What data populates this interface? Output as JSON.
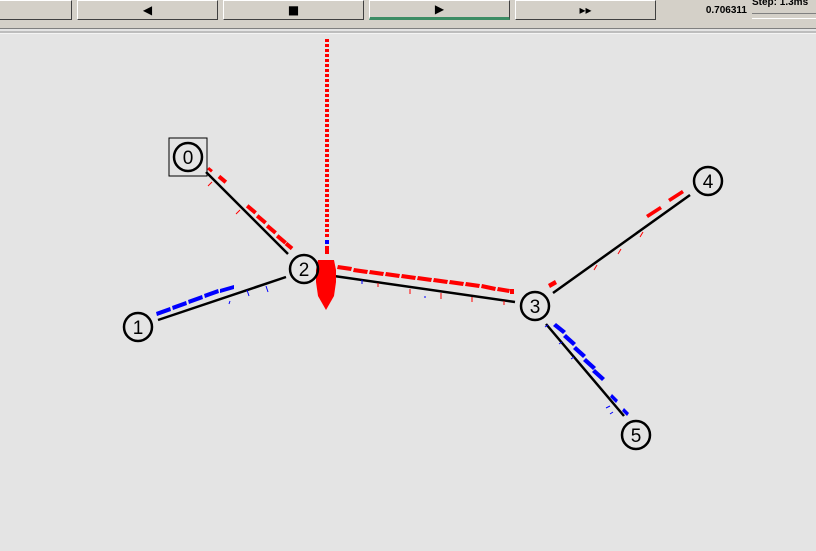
{
  "toolbar": {
    "buttons": [
      {
        "name": "rewind-button",
        "icon": "rewind-icon",
        "glyph": ""
      },
      {
        "name": "step-back-button",
        "icon": "play-backward-icon",
        "glyph": "◀"
      },
      {
        "name": "stop-button",
        "icon": "stop-icon",
        "glyph": "■"
      },
      {
        "name": "play-button",
        "icon": "play-icon",
        "glyph": "▶"
      },
      {
        "name": "fast-forward-button",
        "icon": "fast-forward-icon",
        "glyph": "▸▸"
      }
    ],
    "time_value": "0.706311",
    "step_label": "Step: 1.3ms"
  },
  "topology": {
    "nodes": [
      {
        "id": "0",
        "label": "0",
        "selected": true
      },
      {
        "id": "1",
        "label": "1"
      },
      {
        "id": "2",
        "label": "2"
      },
      {
        "id": "3",
        "label": "3"
      },
      {
        "id": "4",
        "label": "4"
      },
      {
        "id": "5",
        "label": "5"
      }
    ],
    "links": [
      [
        "0",
        "2"
      ],
      [
        "1",
        "2"
      ],
      [
        "2",
        "3"
      ],
      [
        "3",
        "4"
      ],
      [
        "3",
        "5"
      ]
    ],
    "colors": {
      "flow_red": "#ff0000",
      "flow_blue": "#0000ff",
      "link": "#000000",
      "background": "#e4e4e4"
    }
  }
}
